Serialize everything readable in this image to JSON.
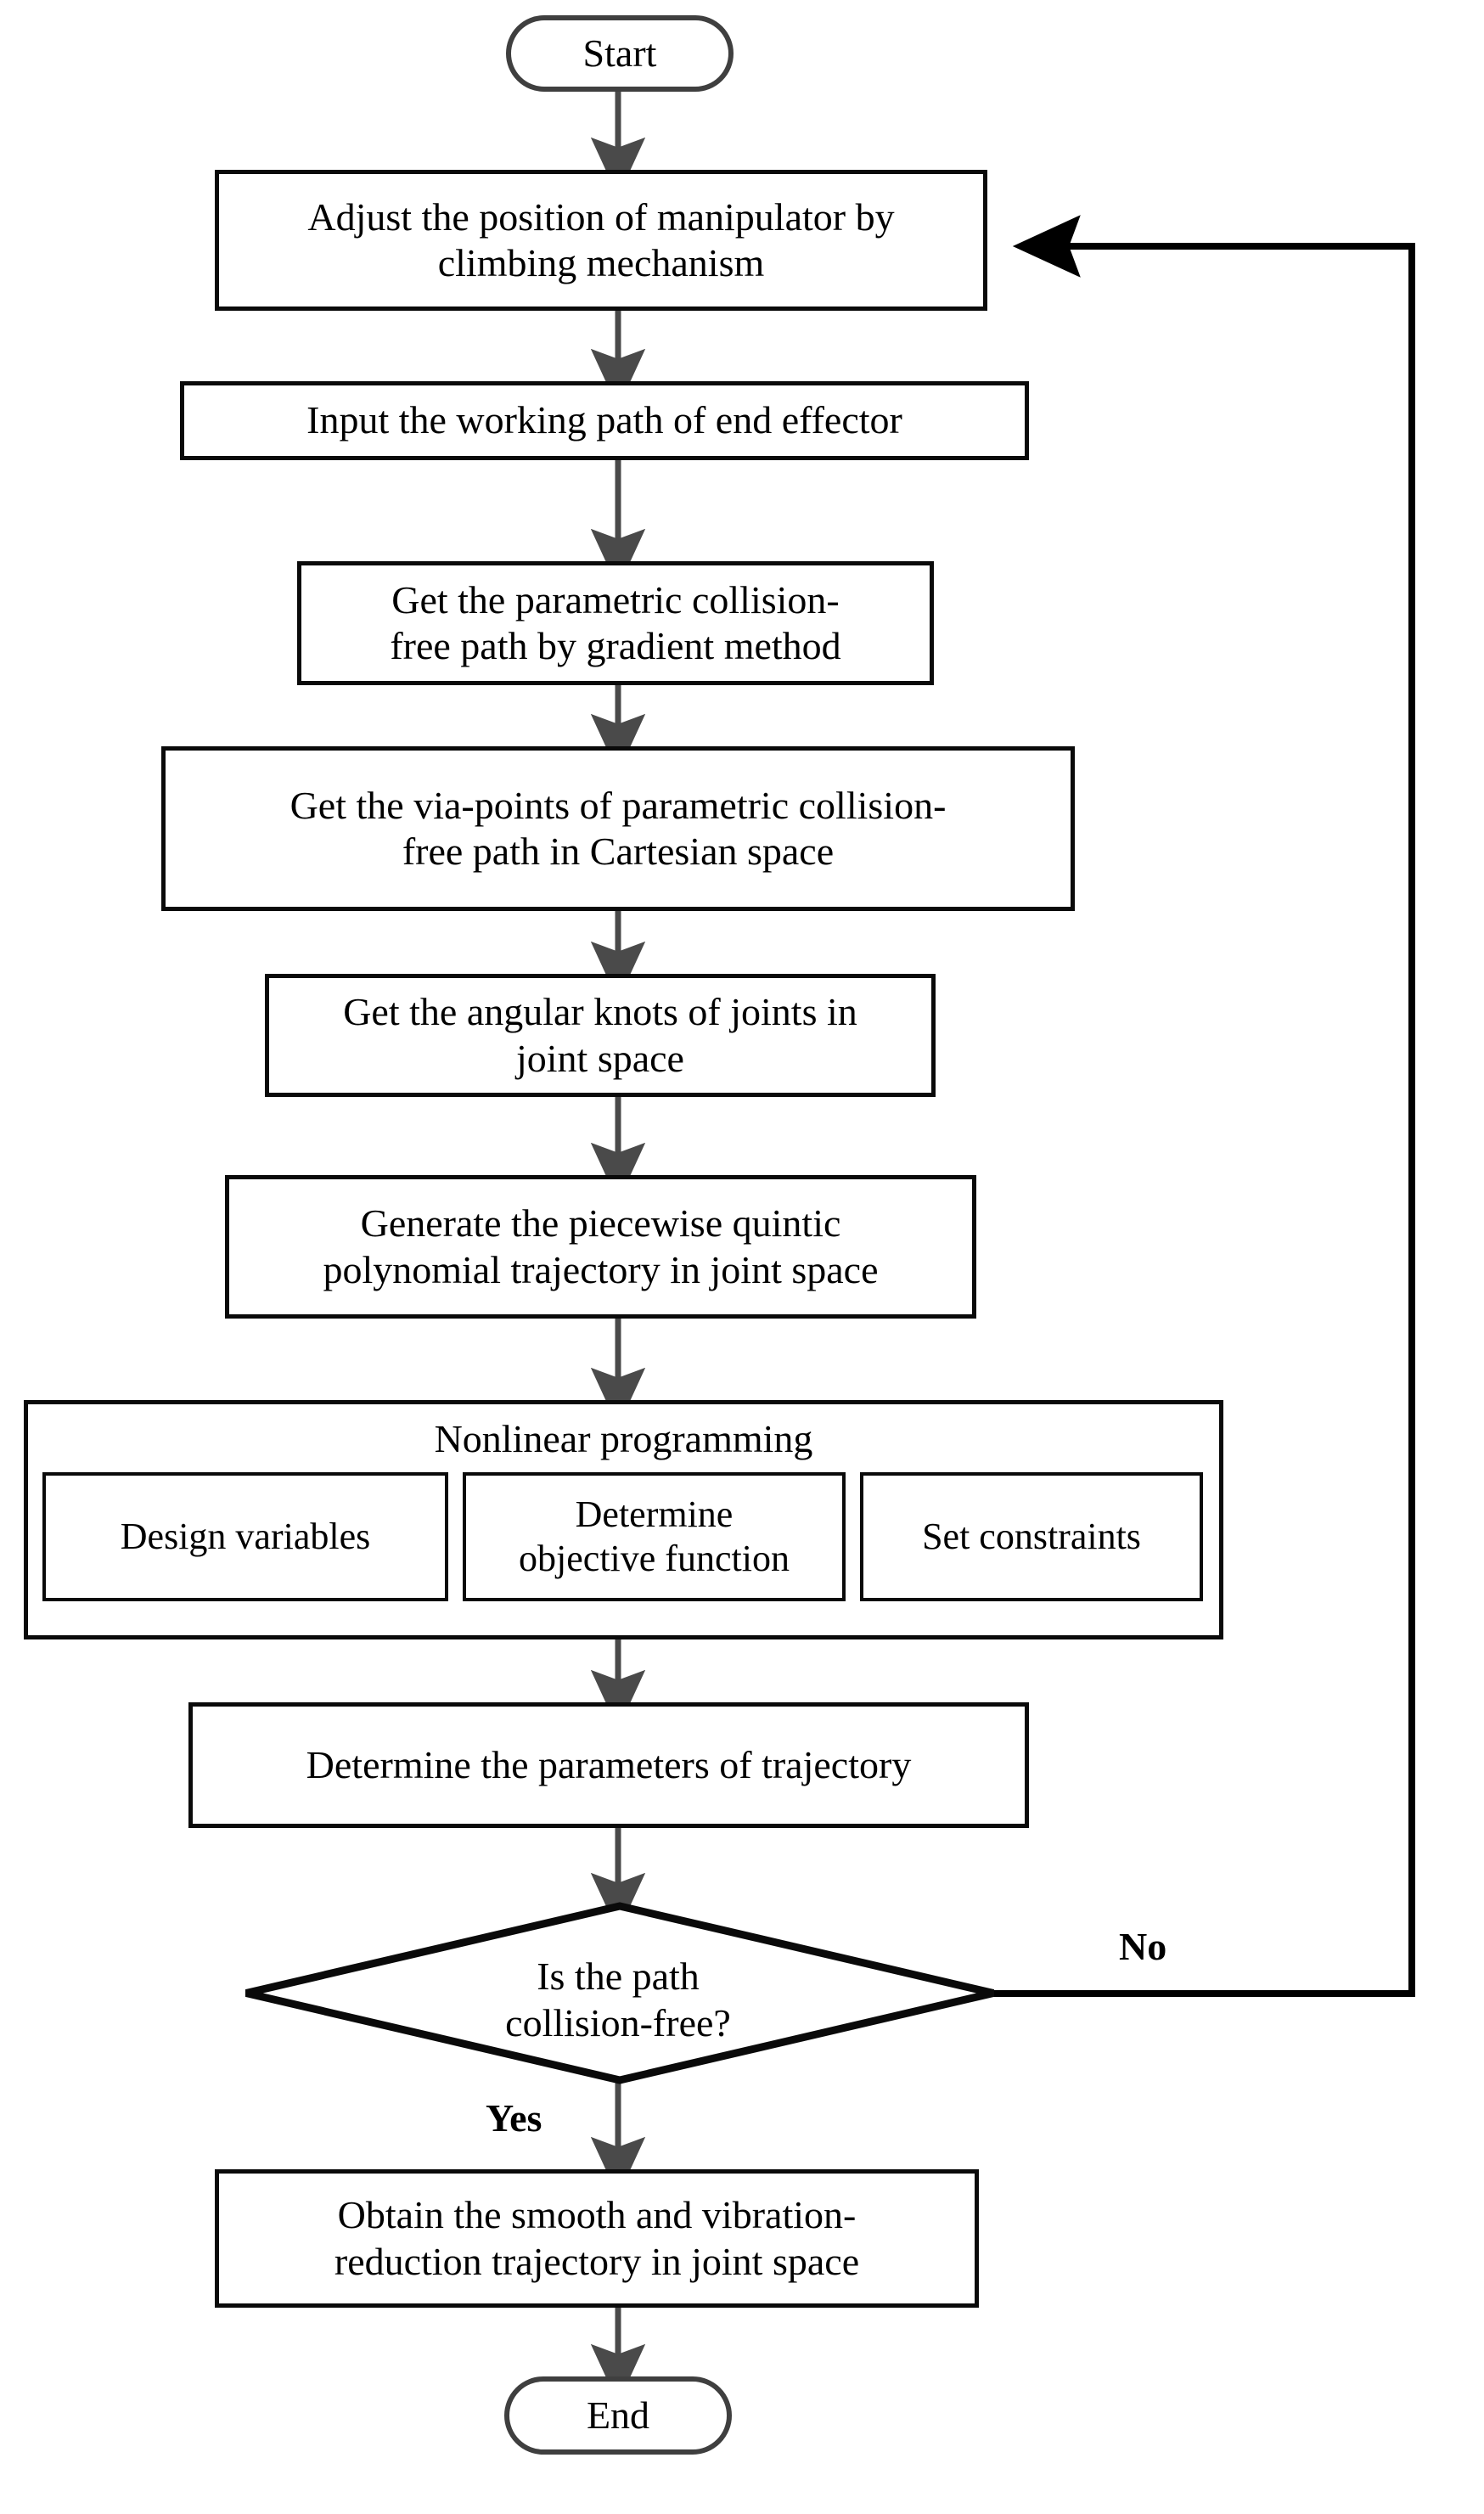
{
  "diagram": {
    "type": "flowchart",
    "orientation": "top-to-bottom",
    "colors": {
      "node_border": "#0a0a0a",
      "terminal_border": "#3f3f3f",
      "connector": "#4a4a4a",
      "loop_connector": "#000000",
      "background": "#ffffff",
      "text": "#000000"
    },
    "nodes": {
      "start": {
        "shape": "terminal",
        "label": "Start"
      },
      "adjust_position": {
        "shape": "process",
        "label": "Adjust the position of manipulator by\nclimbing mechanism"
      },
      "input_path": {
        "shape": "process",
        "label": "Input the working path of end effector"
      },
      "parametric_path": {
        "shape": "process",
        "label": "Get the parametric collision-\nfree path by  gradient method"
      },
      "via_points": {
        "shape": "process",
        "label": "Get the via-points of  parametric collision-\nfree path in Cartesian space"
      },
      "angular_knots": {
        "shape": "process",
        "label": "Get the angular knots of joints in\njoint space"
      },
      "quintic_trajectory": {
        "shape": "process",
        "label": "Generate the piecewise quintic\npolynomial trajectory in joint space"
      },
      "nonlinear_programming": {
        "shape": "group",
        "title": "Nonlinear programming",
        "children": [
          {
            "label": "Design variables"
          },
          {
            "label": "Determine\nobjective function"
          },
          {
            "label": "Set constraints"
          }
        ]
      },
      "determine_parameters": {
        "shape": "process",
        "label": "Determine the parameters of trajectory"
      },
      "collision_check": {
        "shape": "decision",
        "label": "Is the path\ncollision-free?"
      },
      "obtain_trajectory": {
        "shape": "process",
        "label": "Obtain the smooth and vibration-\nreduction trajectory in joint space"
      },
      "end": {
        "shape": "terminal",
        "label": "End"
      }
    },
    "edge_labels": {
      "no": "No",
      "yes": "Yes"
    }
  }
}
